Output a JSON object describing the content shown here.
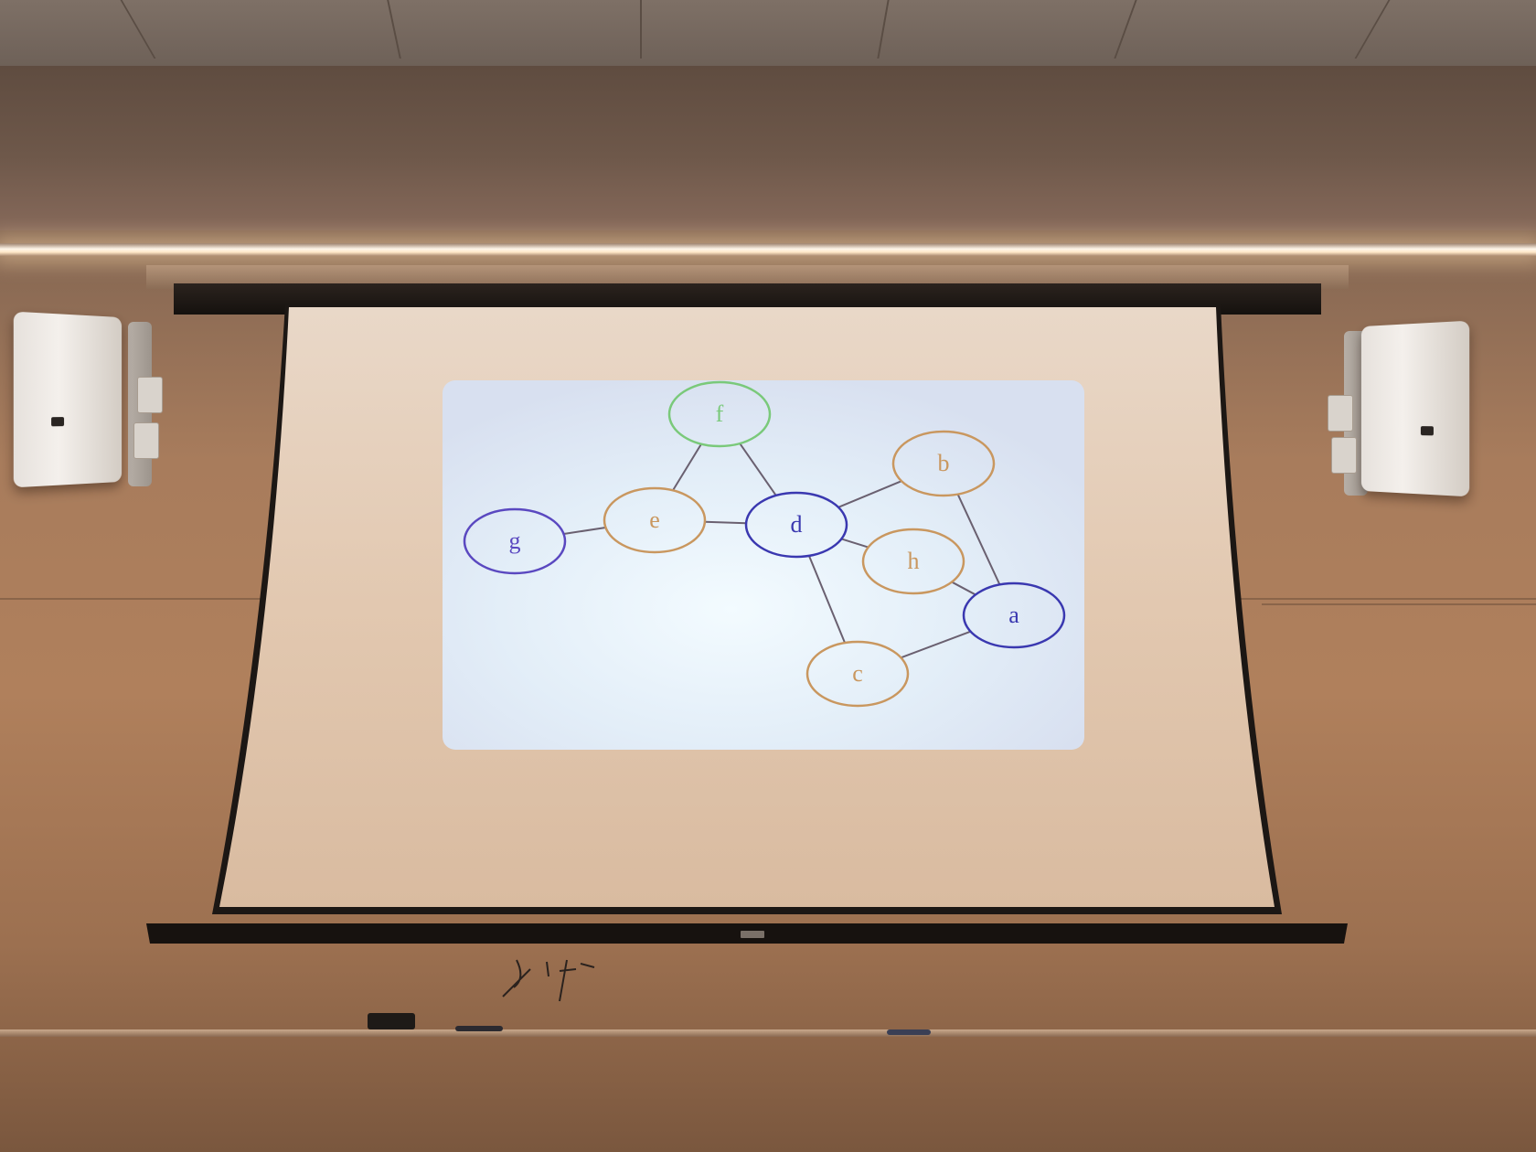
{
  "slide": {
    "graph": {
      "nodes": [
        {
          "id": "f",
          "label": "f",
          "color": "#7ac97a"
        },
        {
          "id": "b",
          "label": "b",
          "color": "#c9975f"
        },
        {
          "id": "e",
          "label": "e",
          "color": "#c9975f"
        },
        {
          "id": "d",
          "label": "d",
          "color": "#3a38b0"
        },
        {
          "id": "g",
          "label": "g",
          "color": "#5a48c0"
        },
        {
          "id": "h",
          "label": "h",
          "color": "#c9975f"
        },
        {
          "id": "a",
          "label": "a",
          "color": "#3a38b0"
        },
        {
          "id": "c",
          "label": "c",
          "color": "#c9975f"
        }
      ],
      "edges": [
        [
          "f",
          "e"
        ],
        [
          "f",
          "d"
        ],
        [
          "e",
          "d"
        ],
        [
          "g",
          "e"
        ],
        [
          "d",
          "b"
        ],
        [
          "d",
          "h"
        ],
        [
          "d",
          "c"
        ],
        [
          "b",
          "a"
        ],
        [
          "h",
          "a"
        ],
        [
          "c",
          "a"
        ]
      ],
      "edge_color": "#6a6070"
    }
  },
  "room": {
    "speakers": [
      "left",
      "right"
    ],
    "accent_light": "#fff6ea",
    "wall_color": "#a87c5c"
  }
}
